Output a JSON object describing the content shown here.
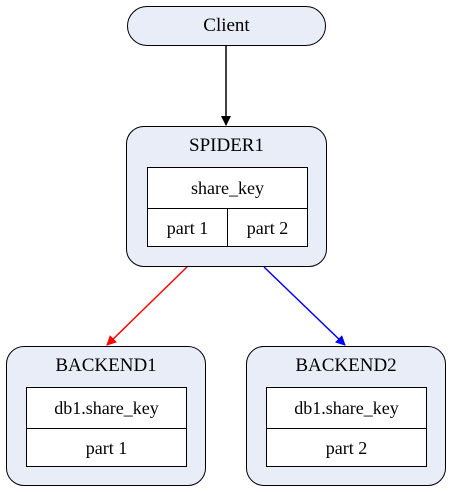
{
  "client": {
    "label": "Client"
  },
  "spider": {
    "title": "SPIDER1",
    "table_header": "share_key",
    "parts": [
      "part 1",
      "part 2"
    ]
  },
  "backends": [
    {
      "title": "BACKEND1",
      "table_header": "db1.share_key",
      "part": "part 1"
    },
    {
      "title": "BACKEND2",
      "table_header": "db1.share_key",
      "part": "part 2"
    }
  ],
  "arrow_colors": {
    "client_to_spider": "#000000",
    "spider_to_backend1": "#ff0000",
    "spider_to_backend2": "#0000ff"
  }
}
